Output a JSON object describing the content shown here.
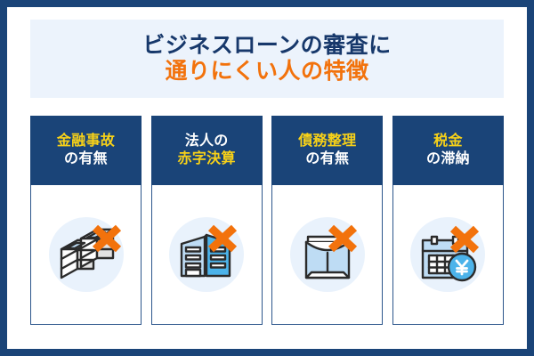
{
  "header": {
    "title_line_1": "ビジネスローンの審査に",
    "title_line_2": "通りにくい人の特徴",
    "title_line_1_color": "#17386b",
    "title_line_2_color": "#f2720c",
    "banner_bg": "#ecf3fc"
  },
  "theme": {
    "frame_color": "#1a4478",
    "header_bg": "#1a4478",
    "accent_yellow": "#f7d118",
    "accent_orange": "#f2720c",
    "icon_disc_bg": "#e9f2fc",
    "icon_blue": "#4cb3ea",
    "icon_lightblue": "#bedcf4",
    "icon_outline": "#2b2b2b"
  },
  "cards": [
    {
      "accent_text": "金融事故",
      "plain_text": "の有無",
      "accent_first": true,
      "icon_name": "cash-bundles-icon"
    },
    {
      "accent_text": "赤字決算",
      "plain_text": "法人の",
      "accent_first": false,
      "icon_name": "office-building-icon"
    },
    {
      "accent_text": "債務整理",
      "plain_text": "の有無",
      "accent_first": true,
      "icon_name": "document-envelope-icon"
    },
    {
      "accent_text": "税金",
      "plain_text": "の滞納",
      "accent_first": true,
      "icon_name": "calendar-yen-icon"
    }
  ]
}
